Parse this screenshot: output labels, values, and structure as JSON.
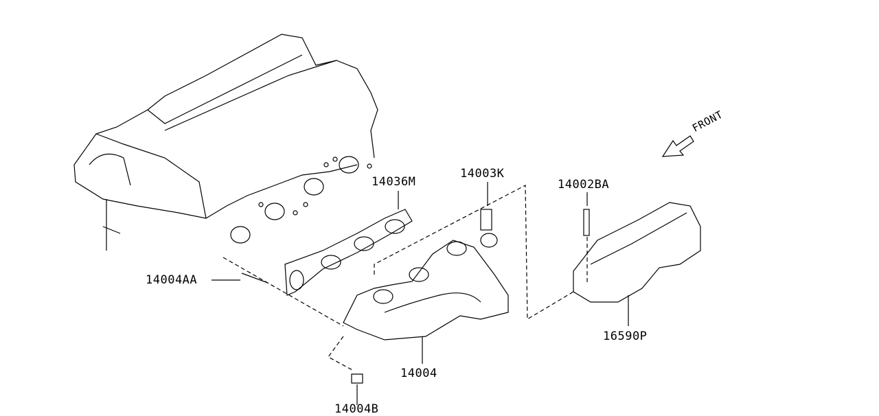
{
  "parts": [
    {
      "id": "p1",
      "number": "14036M"
    },
    {
      "id": "p2",
      "number": "14003K"
    },
    {
      "id": "p3",
      "number": "14002BA"
    },
    {
      "id": "p4",
      "number": "14004AA"
    },
    {
      "id": "p5",
      "number": "14004"
    },
    {
      "id": "p6",
      "number": "16590P"
    },
    {
      "id": "p7",
      "number": "14004B"
    }
  ],
  "front_label": "FRONT"
}
